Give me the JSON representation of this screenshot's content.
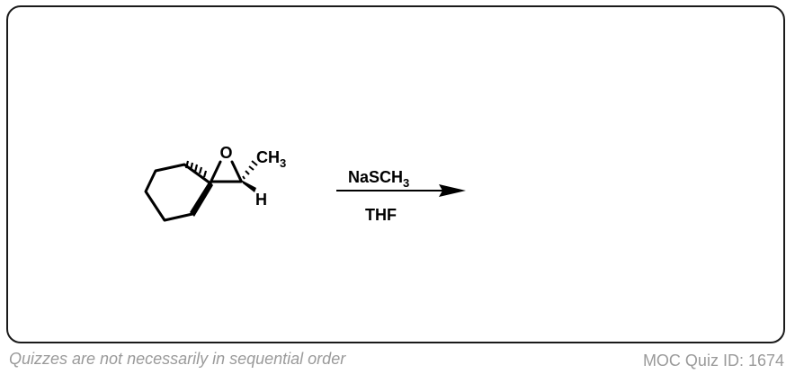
{
  "scheme": {
    "reactant": {
      "name": "spiro-epoxide",
      "atoms": {
        "oxygen": "O",
        "hydrogen": "H",
        "methyl_main": "CH",
        "methyl_sub": "3"
      }
    },
    "conditions": {
      "reagent_main": "NaSCH",
      "reagent_sub": "3",
      "solvent": "THF"
    },
    "product": ""
  },
  "footer": {
    "note": "Quizzes are not necessarily in sequential order",
    "quiz_id": "MOC Quiz ID: 1674"
  },
  "colors": {
    "border": "#1a1a1a",
    "footer_text": "#9a9a9a",
    "ink": "#000000"
  }
}
